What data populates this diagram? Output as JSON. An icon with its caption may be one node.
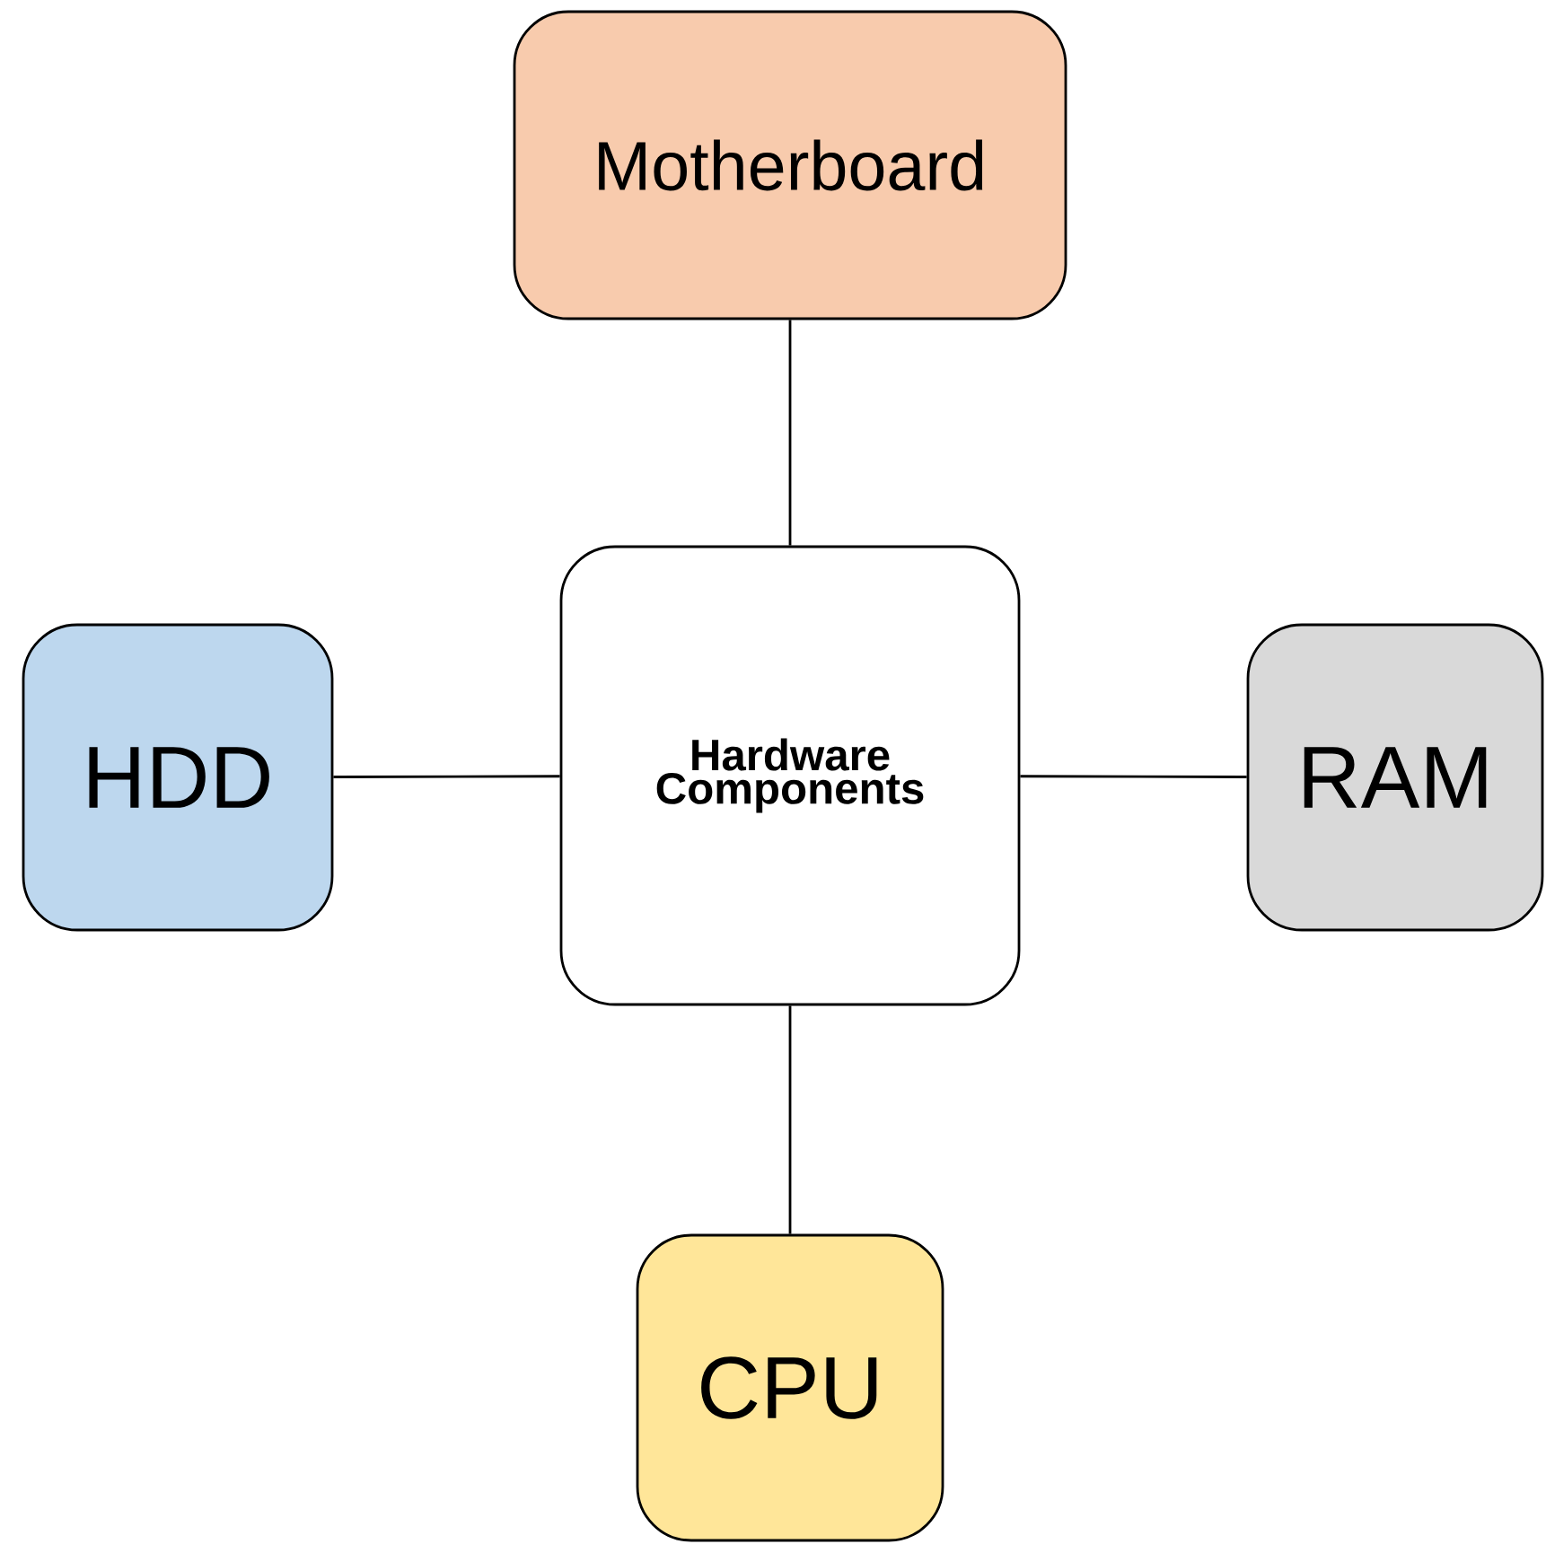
{
  "diagram": {
    "nodes": [
      {
        "text": [
          "Motherboard"
        ]
      },
      {
        "text": [
          "HDD"
        ]
      },
      {
        "text": [
          "Hardware Components"
        ]
      },
      {
        "text": [
          "RAM"
        ]
      },
      {
        "text": [
          "CPU"
        ]
      }
    ],
    "edges": [
      {
        "from": 2,
        "to": 0,
        "arrow": "none"
      },
      {
        "from": 2,
        "to": 1,
        "arrow": "none"
      },
      {
        "from": 2,
        "to": 3,
        "arrow": "none"
      },
      {
        "from": 2,
        "to": 4,
        "arrow": "none"
      }
    ]
  }
}
